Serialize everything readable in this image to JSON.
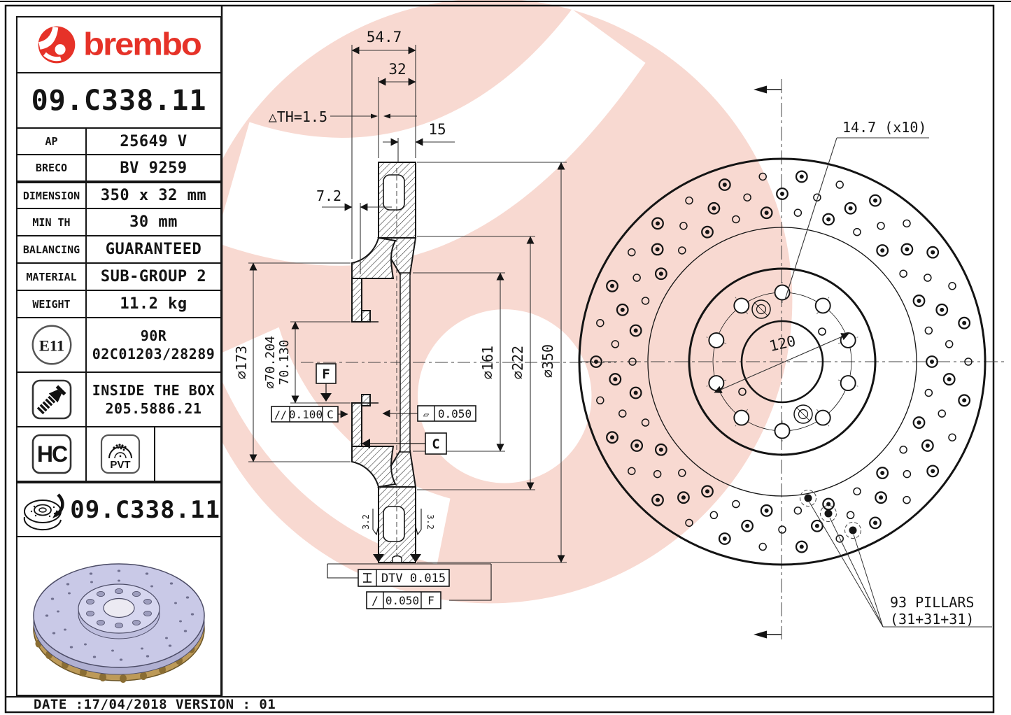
{
  "sheet": {
    "brand_wordmark": "brembo",
    "part_number": "09.C338.11",
    "footer": "DATE :17/04/2018 VERSION : 01"
  },
  "colors": {
    "brand_red": "#e63228",
    "watermark_pink": "#f7d3ca",
    "line_black": "#1a1a1a",
    "disc_lavender": "#c9c9e7",
    "disc_gold": "#bd9a58"
  },
  "spec_table": {
    "rows": [
      {
        "label": "AP",
        "value": "25649 V"
      },
      {
        "label": "BRECO",
        "value": "BV 9259"
      },
      {
        "label": "DIMENSION",
        "value": "350 x 32 mm"
      },
      {
        "label": "MIN TH",
        "value": "30 mm"
      },
      {
        "label": "BALANCING",
        "value": "GUARANTEED"
      },
      {
        "label": "MATERIAL",
        "value": "SUB-GROUP 2"
      },
      {
        "label": "WEIGHT",
        "value": "11.2 kg"
      }
    ]
  },
  "homologation": {
    "mark": "E11",
    "line1": "90R",
    "line2": "02C01203/28289"
  },
  "inside_box": {
    "line1": "INSIDE THE BOX",
    "line2": "205.5886.21"
  },
  "badges": {
    "hc": "HC",
    "pvt": "PVT"
  },
  "disc_row": {
    "part_number": "09.C338.11"
  },
  "section": {
    "overall_width": "54.7",
    "thickness": "32",
    "wear": "△TH=1.5",
    "pad_depth": "15",
    "flange": "7.2",
    "d173": "∅173",
    "bore1": "∅70.204",
    "bore2": "70.130",
    "d161": "∅161",
    "d222": "∅222",
    "d350": "∅350",
    "datum_f": "F",
    "datum_c": "C",
    "par_sym": "//",
    "par_val": "0.100",
    "par_ref": "C",
    "flat_sym": "▱",
    "flat_val": "0.050",
    "dtv": "DTV 0.015",
    "runout_sym": "/",
    "runout_val": "0.050",
    "runout_ref": "F",
    "rough": "3.2"
  },
  "front": {
    "holes": "14.7 (x10)",
    "bcd": "120",
    "pillars1": "93 PILLARS",
    "pillars2": "(31+31+31)"
  }
}
